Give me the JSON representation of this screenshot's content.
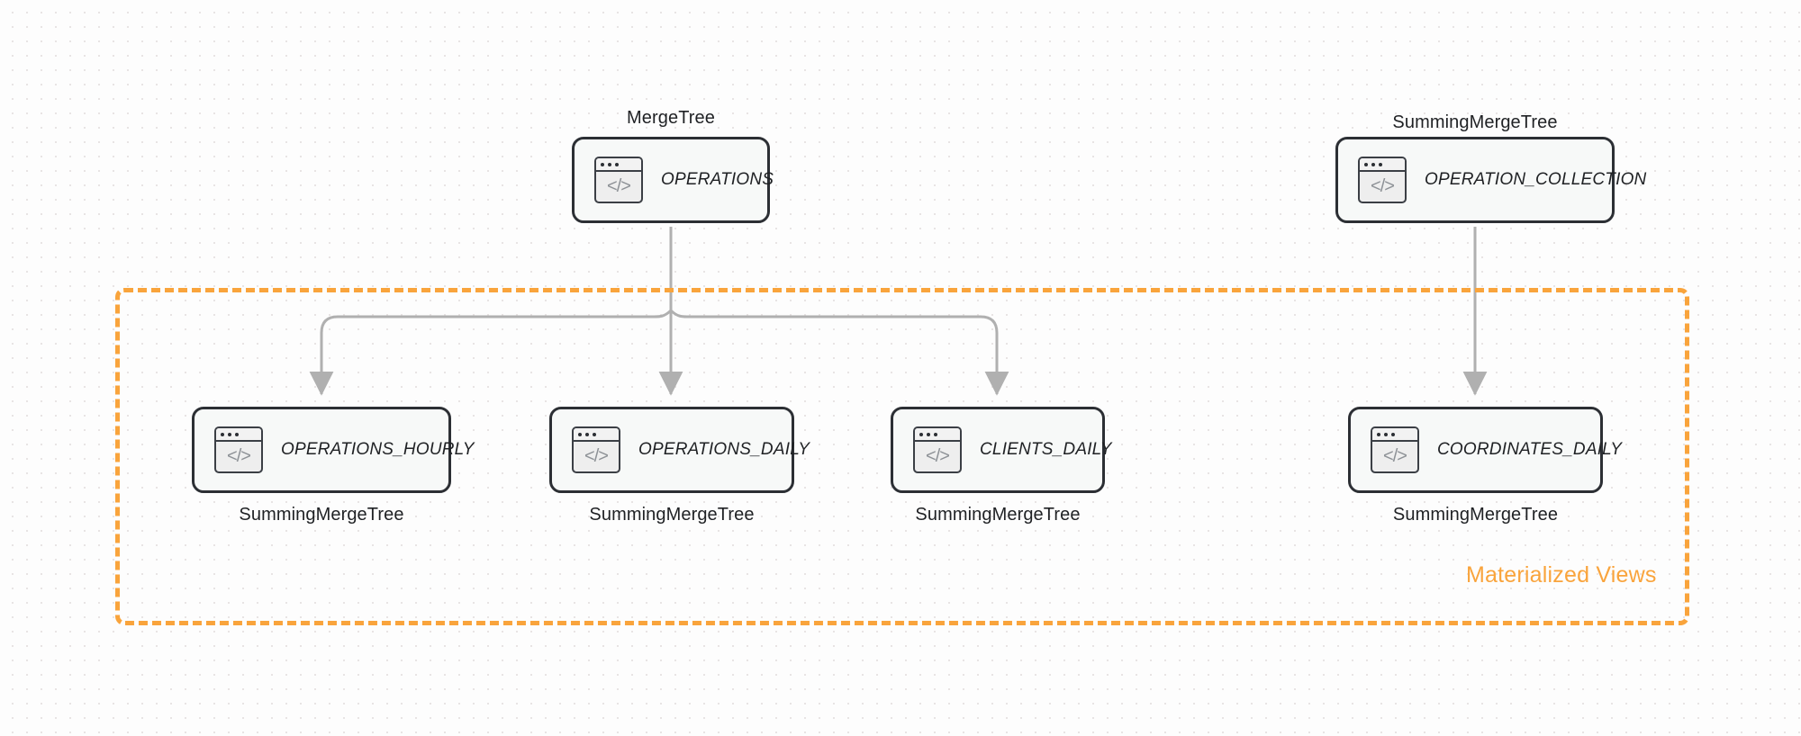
{
  "diagram": {
    "title": "Materialized Views",
    "accent_color": "#f9a43c",
    "node_border_color": "#2c2f34",
    "node_fill_color": "#f7f9f8",
    "edge_color": "#b0b0b0",
    "background_color": "#fdfdfd",
    "grid_dot_color": "#e8e4e4"
  },
  "group": {
    "label": "Materialized Views",
    "border_style": "dashed"
  },
  "icons": {
    "code_window": "</>",
    "code_window_name": "code-window-icon"
  },
  "sources": [
    {
      "id": "operations",
      "name": "OPERATIONS",
      "engine": "MergeTree",
      "engine_position": "above"
    },
    {
      "id": "operation_collection",
      "name": "OPERATION_COLLECTION",
      "engine": "SummingMergeTree",
      "engine_position": "above"
    }
  ],
  "views": [
    {
      "id": "operations_hourly",
      "name": "OPERATIONS_HOURLY",
      "engine": "SummingMergeTree",
      "engine_position": "below",
      "parent": "operations"
    },
    {
      "id": "operations_daily",
      "name": "OPERATIONS_DAILY",
      "engine": "SummingMergeTree",
      "engine_position": "below",
      "parent": "operations"
    },
    {
      "id": "clients_daily",
      "name": "CLIENTS_DAILY",
      "engine": "SummingMergeTree",
      "engine_position": "below",
      "parent": "operations"
    },
    {
      "id": "coordinates_daily",
      "name": "COORDINATES_DAILY",
      "engine": "SummingMergeTree",
      "engine_position": "below",
      "parent": "operation_collection"
    }
  ],
  "edges": [
    {
      "from": "operations",
      "to": "operations_hourly"
    },
    {
      "from": "operations",
      "to": "operations_daily"
    },
    {
      "from": "operations",
      "to": "clients_daily"
    },
    {
      "from": "operation_collection",
      "to": "coordinates_daily"
    }
  ]
}
